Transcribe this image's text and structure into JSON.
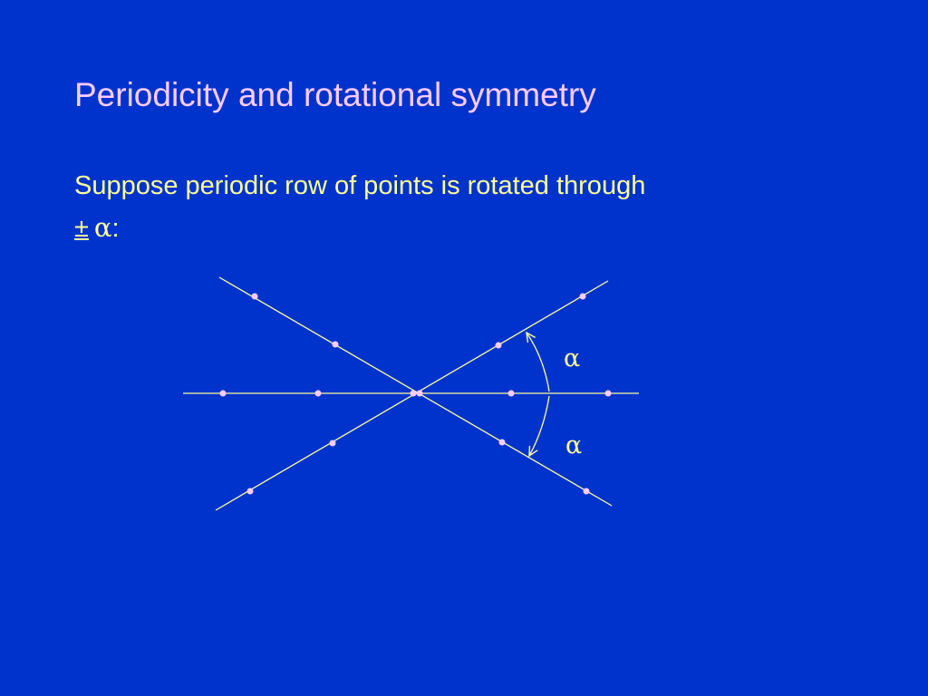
{
  "slide": {
    "title": "Periodicity and rotational symmetry",
    "body_line1": "Suppose periodic row of points is rotated through",
    "body_pm": "±",
    "body_alpha": "α",
    "body_colon": ":"
  },
  "diagram": {
    "angle_label_upper": "α",
    "angle_label_lower": "α",
    "colors": {
      "background": "#0033cc",
      "line": "#ffff99",
      "point": "#ffccff",
      "title": "#ffccff",
      "text": "#ffff99"
    }
  }
}
